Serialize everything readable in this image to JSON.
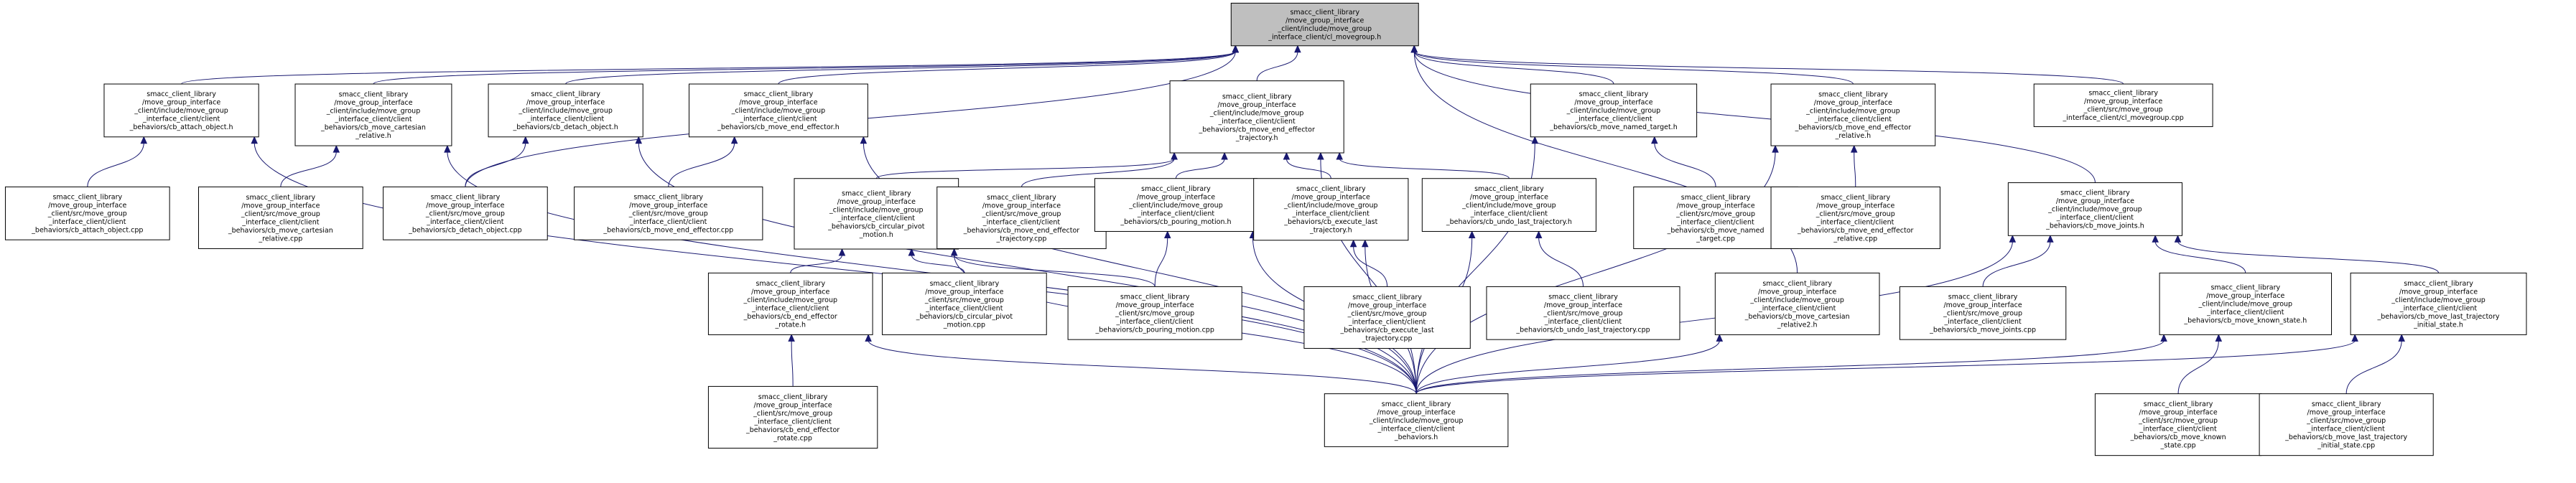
{
  "nodes": [
    {
      "id": "root",
      "lines": [
        "smacc_client_library",
        "/move_group_interface",
        "_client/include/move_group",
        "_interface_client/cl_movegroup.h"
      ]
    },
    {
      "id": "cb_attach_object_h",
      "lines": [
        "smacc_client_library",
        "/move_group_interface",
        "_client/include/move_group",
        "_interface_client/client",
        "_behaviors/cb_attach_object.h"
      ]
    },
    {
      "id": "cb_move_cartesian_relative_h",
      "lines": [
        "smacc_client_library",
        "/move_group_interface",
        "_client/include/move_group",
        "_interface_client/client",
        "_behaviors/cb_move_cartesian",
        "_relative.h"
      ]
    },
    {
      "id": "cb_detach_object_h",
      "lines": [
        "smacc_client_library",
        "/move_group_interface",
        "_client/include/move_group",
        "_interface_client/client",
        "_behaviors/cb_detach_object.h"
      ]
    },
    {
      "id": "cb_move_end_effector_h",
      "lines": [
        "smacc_client_library",
        "/move_group_interface",
        "_client/include/move_group",
        "_interface_client/client",
        "_behaviors/cb_move_end_effector.h"
      ]
    },
    {
      "id": "cb_move_end_effector_trajectory_h",
      "lines": [
        "smacc_client_library",
        "/move_group_interface",
        "_client/include/move_group",
        "_interface_client/client",
        "_behaviors/cb_move_end_effector",
        "_trajectory.h"
      ]
    },
    {
      "id": "cb_move_named_target_h",
      "lines": [
        "smacc_client_library",
        "/move_group_interface",
        "_client/include/move_group",
        "_interface_client/client",
        "_behaviors/cb_move_named_target.h"
      ]
    },
    {
      "id": "cb_move_end_effector_relative_h",
      "lines": [
        "smacc_client_library",
        "/move_group_interface",
        "_client/include/move_group",
        "_interface_client/client",
        "_behaviors/cb_move_end_effector",
        "_relative.h"
      ]
    },
    {
      "id": "cl_movegroup_cpp",
      "lines": [
        "smacc_client_library",
        "/move_group_interface",
        "_client/src/move_group",
        "_interface_client/cl_movegroup.cpp"
      ]
    },
    {
      "id": "cb_attach_object_cpp",
      "lines": [
        "smacc_client_library",
        "/move_group_interface",
        "_client/src/move_group",
        "_interface_client/client",
        "_behaviors/cb_attach_object.cpp"
      ]
    },
    {
      "id": "cb_move_cartesian_relative_cpp",
      "lines": [
        "smacc_client_library",
        "/move_group_interface",
        "_client/src/move_group",
        "_interface_client/client",
        "_behaviors/cb_move_cartesian",
        "_relative.cpp"
      ]
    },
    {
      "id": "cb_detach_object_cpp",
      "lines": [
        "smacc_client_library",
        "/move_group_interface",
        "_client/src/move_group",
        "_interface_client/client",
        "_behaviors/cb_detach_object.cpp"
      ]
    },
    {
      "id": "cb_move_end_effector_cpp",
      "lines": [
        "smacc_client_library",
        "/move_group_interface",
        "_client/src/move_group",
        "_interface_client/client",
        "_behaviors/cb_move_end_effector.cpp"
      ]
    },
    {
      "id": "cb_circular_pivot_motion_h",
      "lines": [
        "smacc_client_library",
        "/move_group_interface",
        "_client/include/move_group",
        "_interface_client/client",
        "_behaviors/cb_circular_pivot",
        "_motion.h"
      ]
    },
    {
      "id": "cb_move_end_effector_trajectory_cpp",
      "lines": [
        "smacc_client_library",
        "/move_group_interface",
        "_client/src/move_group",
        "_interface_client/client",
        "_behaviors/cb_move_end_effector",
        "_trajectory.cpp"
      ]
    },
    {
      "id": "cb_pouring_motion_h",
      "lines": [
        "smacc_client_library",
        "/move_group_interface",
        "_client/include/move_group",
        "_interface_client/client",
        "_behaviors/cb_pouring_motion.h"
      ]
    },
    {
      "id": "cb_execute_last_trajectory_h",
      "lines": [
        "smacc_client_library",
        "/move_group_interface",
        "_client/include/move_group",
        "_interface_client/client",
        "_behaviors/cb_execute_last",
        "_trajectory.h"
      ]
    },
    {
      "id": "cb_undo_last_trajectory_h",
      "lines": [
        "smacc_client_library",
        "/move_group_interface",
        "_client/include/move_group",
        "_interface_client/client",
        "_behaviors/cb_undo_last_trajectory.h"
      ]
    },
    {
      "id": "cb_move_named_target_cpp",
      "lines": [
        "smacc_client_library",
        "/move_group_interface",
        "_client/src/move_group",
        "_interface_client/client",
        "_behaviors/cb_move_named",
        "_target.cpp"
      ]
    },
    {
      "id": "cb_move_end_effector_relative_cpp",
      "lines": [
        "smacc_client_library",
        "/move_group_interface",
        "_client/src/move_group",
        "_interface_client/client",
        "_behaviors/cb_move_end_effector",
        "_relative.cpp"
      ]
    },
    {
      "id": "cb_move_joints_h",
      "lines": [
        "smacc_client_library",
        "/move_group_interface",
        "_client/include/move_group",
        "_interface_client/client",
        "_behaviors/cb_move_joints.h"
      ]
    },
    {
      "id": "cb_end_effector_rotate_h",
      "lines": [
        "smacc_client_library",
        "/move_group_interface",
        "_client/include/move_group",
        "_interface_client/client",
        "_behaviors/cb_end_effector",
        "_rotate.h"
      ]
    },
    {
      "id": "cb_circular_pivot_motion_cpp",
      "lines": [
        "smacc_client_library",
        "/move_group_interface",
        "_client/src/move_group",
        "_interface_client/client",
        "_behaviors/cb_circular_pivot",
        "_motion.cpp"
      ]
    },
    {
      "id": "cb_pouring_motion_cpp",
      "lines": [
        "smacc_client_library",
        "/move_group_interface",
        "_client/src/move_group",
        "_interface_client/client",
        "_behaviors/cb_pouring_motion.cpp"
      ]
    },
    {
      "id": "cb_execute_last_trajectory_cpp",
      "lines": [
        "smacc_client_library",
        "/move_group_interface",
        "_client/src/move_group",
        "_interface_client/client",
        "_behaviors/cb_execute_last",
        "_trajectory.cpp"
      ]
    },
    {
      "id": "cb_undo_last_trajectory_cpp",
      "lines": [
        "smacc_client_library",
        "/move_group_interface",
        "_client/src/move_group",
        "_interface_client/client",
        "_behaviors/cb_undo_last_trajectory.cpp"
      ]
    },
    {
      "id": "cb_move_cartesian_relative2_h",
      "lines": [
        "smacc_client_library",
        "/move_group_interface",
        "_client/include/move_group",
        "_interface_client/client",
        "_behaviors/cb_move_cartesian",
        "_relative2.h"
      ]
    },
    {
      "id": "cb_move_joints_cpp",
      "lines": [
        "smacc_client_library",
        "/move_group_interface",
        "_client/src/move_group",
        "_interface_client/client",
        "_behaviors/cb_move_joints.cpp"
      ]
    },
    {
      "id": "cb_move_known_state_h",
      "lines": [
        "smacc_client_library",
        "/move_group_interface",
        "_client/include/move_group",
        "_interface_client/client",
        "_behaviors/cb_move_known_state.h"
      ]
    },
    {
      "id": "cb_move_last_trajectory_initial_state_h",
      "lines": [
        "smacc_client_library",
        "/move_group_interface",
        "_client/include/move_group",
        "_interface_client/client",
        "_behaviors/cb_move_last_trajectory",
        "_initial_state.h"
      ]
    },
    {
      "id": "cb_end_effector_rotate_cpp",
      "lines": [
        "smacc_client_library",
        "/move_group_interface",
        "_client/src/move_group",
        "_interface_client/client",
        "_behaviors/cb_end_effector",
        "_rotate.cpp"
      ]
    },
    {
      "id": "client_behaviors_h",
      "lines": [
        "smacc_client_library",
        "/move_group_interface",
        "_client/include/move_group",
        "_interface_client/client",
        "_behaviors.h"
      ]
    },
    {
      "id": "cb_move_known_state_cpp",
      "lines": [
        "smacc_client_library",
        "/move_group_interface",
        "_client/src/move_group",
        "_interface_client/client",
        "_behaviors/cb_move_known",
        "_state.cpp"
      ]
    },
    {
      "id": "cb_move_last_trajectory_initial_state_cpp",
      "lines": [
        "smacc_client_library",
        "/move_group_interface",
        "_client/src/move_group",
        "_interface_client/client",
        "_behaviors/cb_move_last_trajectory",
        "_initial_state.cpp"
      ]
    }
  ],
  "edges": [
    [
      "cb_attach_object_h",
      "root"
    ],
    [
      "cb_move_cartesian_relative_h",
      "root"
    ],
    [
      "cb_detach_object_h",
      "root"
    ],
    [
      "cb_move_end_effector_h",
      "root"
    ],
    [
      "cb_move_end_effector_trajectory_h",
      "root"
    ],
    [
      "cb_move_named_target_h",
      "root"
    ],
    [
      "cb_move_end_effector_relative_h",
      "root"
    ],
    [
      "cl_movegroup_cpp",
      "root"
    ],
    [
      "cb_move_joints_h",
      "root"
    ],
    [
      "cb_detach_object_cpp",
      "root"
    ],
    [
      "cb_move_cartesian_relative2_h",
      "root"
    ],
    [
      "cb_attach_object_cpp",
      "cb_attach_object_h"
    ],
    [
      "client_behaviors_h",
      "cb_attach_object_h"
    ],
    [
      "cb_move_cartesian_relative_cpp",
      "cb_move_cartesian_relative_h"
    ],
    [
      "client_behaviors_h",
      "cb_move_cartesian_relative_h"
    ],
    [
      "cb_detach_object_cpp",
      "cb_detach_object_h"
    ],
    [
      "client_behaviors_h",
      "cb_detach_object_h"
    ],
    [
      "cb_move_end_effector_cpp",
      "cb_move_end_effector_h"
    ],
    [
      "client_behaviors_h",
      "cb_move_end_effector_h"
    ],
    [
      "cb_circular_pivot_motion_h",
      "cb_move_end_effector_trajectory_h"
    ],
    [
      "cb_move_end_effector_trajectory_cpp",
      "cb_move_end_effector_trajectory_h"
    ],
    [
      "cb_pouring_motion_h",
      "cb_move_end_effector_trajectory_h"
    ],
    [
      "cb_execute_last_trajectory_h",
      "cb_move_end_effector_trajectory_h"
    ],
    [
      "cb_undo_last_trajectory_h",
      "cb_move_end_effector_trajectory_h"
    ],
    [
      "client_behaviors_h",
      "cb_move_end_effector_trajectory_h"
    ],
    [
      "cb_move_named_target_cpp",
      "cb_move_named_target_h"
    ],
    [
      "client_behaviors_h",
      "cb_move_named_target_h"
    ],
    [
      "cb_move_end_effector_relative_cpp",
      "cb_move_end_effector_relative_h"
    ],
    [
      "client_behaviors_h",
      "cb_move_end_effector_relative_h"
    ],
    [
      "cb_end_effector_rotate_h",
      "cb_circular_pivot_motion_h"
    ],
    [
      "cb_circular_pivot_motion_cpp",
      "cb_circular_pivot_motion_h"
    ],
    [
      "cb_pouring_motion_cpp",
      "cb_circular_pivot_motion_h"
    ],
    [
      "client_behaviors_h",
      "cb_circular_pivot_motion_h"
    ],
    [
      "cb_end_effector_rotate_cpp",
      "cb_end_effector_rotate_h"
    ],
    [
      "client_behaviors_h",
      "cb_end_effector_rotate_h"
    ],
    [
      "cb_pouring_motion_cpp",
      "cb_pouring_motion_h"
    ],
    [
      "client_behaviors_h",
      "cb_pouring_motion_h"
    ],
    [
      "cb_execute_last_trajectory_cpp",
      "cb_execute_last_trajectory_h"
    ],
    [
      "client_behaviors_h",
      "cb_execute_last_trajectory_h"
    ],
    [
      "cb_undo_last_trajectory_cpp",
      "cb_undo_last_trajectory_h"
    ],
    [
      "client_behaviors_h",
      "cb_undo_last_trajectory_h"
    ],
    [
      "client_behaviors_h",
      "cb_move_cartesian_relative2_h"
    ],
    [
      "cb_move_joints_cpp",
      "cb_move_joints_h"
    ],
    [
      "cb_move_known_state_h",
      "cb_move_joints_h"
    ],
    [
      "cb_move_last_trajectory_initial_state_h",
      "cb_move_joints_h"
    ],
    [
      "client_behaviors_h",
      "cb_move_joints_h"
    ],
    [
      "cb_move_known_state_cpp",
      "cb_move_known_state_h"
    ],
    [
      "client_behaviors_h",
      "cb_move_known_state_h"
    ],
    [
      "cb_move_last_trajectory_initial_state_cpp",
      "cb_move_last_trajectory_initial_state_h"
    ],
    [
      "client_behaviors_h",
      "cb_move_last_trajectory_initial_state_h"
    ]
  ]
}
